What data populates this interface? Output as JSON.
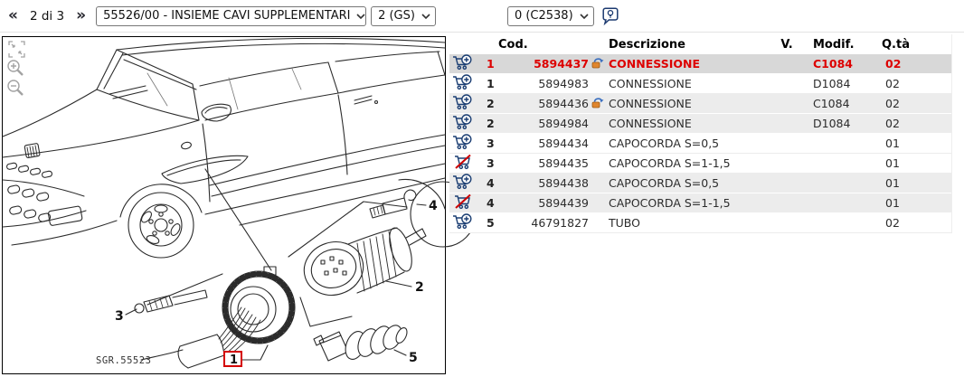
{
  "toolbar": {
    "prev_label": "«",
    "page_indicator": "2 di 3",
    "next_label": "»",
    "selects": {
      "drawing": "55526/00 - INSIEME CAVI SUPPLEMENTARI",
      "variant": "2 (GS)",
      "revision": "0 (C2538)"
    }
  },
  "drawing": {
    "sgr_label": "SGR.55523",
    "callouts": {
      "c1": "1",
      "c2": "2",
      "c3": "3",
      "c4": "4",
      "c5": "5"
    }
  },
  "table": {
    "headers": {
      "cod": "Cod.",
      "descrizione": "Descrizione",
      "v": "V.",
      "modif": "Modif.",
      "qta": "Q.tà"
    },
    "rows": [
      {
        "cart": "add",
        "pos": "1",
        "cod": "5894437",
        "replaced": true,
        "descr": "CONNESSIONE",
        "v": "",
        "modif": "C1084",
        "qta": "02",
        "selected": true,
        "shade": false
      },
      {
        "cart": "add",
        "pos": "1",
        "cod": "5894983",
        "replaced": false,
        "descr": "CONNESSIONE",
        "v": "",
        "modif": "D1084",
        "qta": "02",
        "selected": false,
        "shade": false
      },
      {
        "cart": "add",
        "pos": "2",
        "cod": "5894436",
        "replaced": true,
        "descr": "CONNESSIONE",
        "v": "",
        "modif": "C1084",
        "qta": "02",
        "selected": false,
        "shade": true
      },
      {
        "cart": "add",
        "pos": "2",
        "cod": "5894984",
        "replaced": false,
        "descr": "CONNESSIONE",
        "v": "",
        "modif": "D1084",
        "qta": "02",
        "selected": false,
        "shade": true
      },
      {
        "cart": "add",
        "pos": "3",
        "cod": "5894434",
        "replaced": false,
        "descr": "CAPOCORDA S=0,5",
        "v": "",
        "modif": "",
        "qta": "01",
        "selected": false,
        "shade": false
      },
      {
        "cart": "blocked",
        "pos": "3",
        "cod": "5894435",
        "replaced": false,
        "descr": "CAPOCORDA S=1-1,5",
        "v": "",
        "modif": "",
        "qta": "01",
        "selected": false,
        "shade": false
      },
      {
        "cart": "add",
        "pos": "4",
        "cod": "5894438",
        "replaced": false,
        "descr": "CAPOCORDA S=0,5",
        "v": "",
        "modif": "",
        "qta": "01",
        "selected": false,
        "shade": true
      },
      {
        "cart": "blocked",
        "pos": "4",
        "cod": "5894439",
        "replaced": false,
        "descr": "CAPOCORDA S=1-1,5",
        "v": "",
        "modif": "",
        "qta": "01",
        "selected": false,
        "shade": true
      },
      {
        "cart": "add",
        "pos": "5",
        "cod": "46791827",
        "replaced": false,
        "descr": "TUBO",
        "v": "",
        "modif": "",
        "qta": "02",
        "selected": false,
        "shade": false
      }
    ]
  },
  "colors": {
    "accent_red": "#dd0000",
    "selected_row_bg": "#d8d8d8",
    "stripe_row_bg": "#ececec",
    "cart_blue": "#1b3e73"
  }
}
